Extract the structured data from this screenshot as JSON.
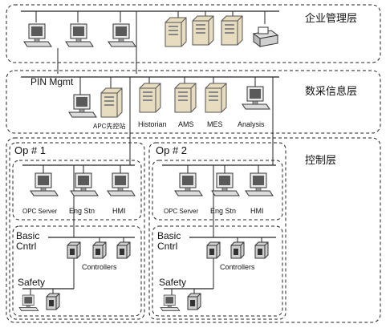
{
  "layers": {
    "enterprise": "企业管理层",
    "data": "数采信息层",
    "control": "控制层"
  },
  "data_layer": {
    "pin_mgmt": "PIN Mgmt",
    "nodes": [
      "APC先控站",
      "Historian",
      "AMS",
      "MES",
      "Analysis"
    ]
  },
  "ops": [
    {
      "title": "Op # 1",
      "stations": [
        "OPC Server",
        "Eng Stn",
        "HMI"
      ],
      "basic_line1": "Basic",
      "basic_line2": "Cntrl",
      "controllers": "Controllers",
      "safety": "Safety"
    },
    {
      "title": "Op # 2",
      "stations": [
        "OPC Server",
        "Eng Stn",
        "HMI"
      ],
      "basic_line1": "Basic",
      "basic_line2": "Cntrl",
      "controllers": "Controllers",
      "safety": "Safety"
    }
  ]
}
